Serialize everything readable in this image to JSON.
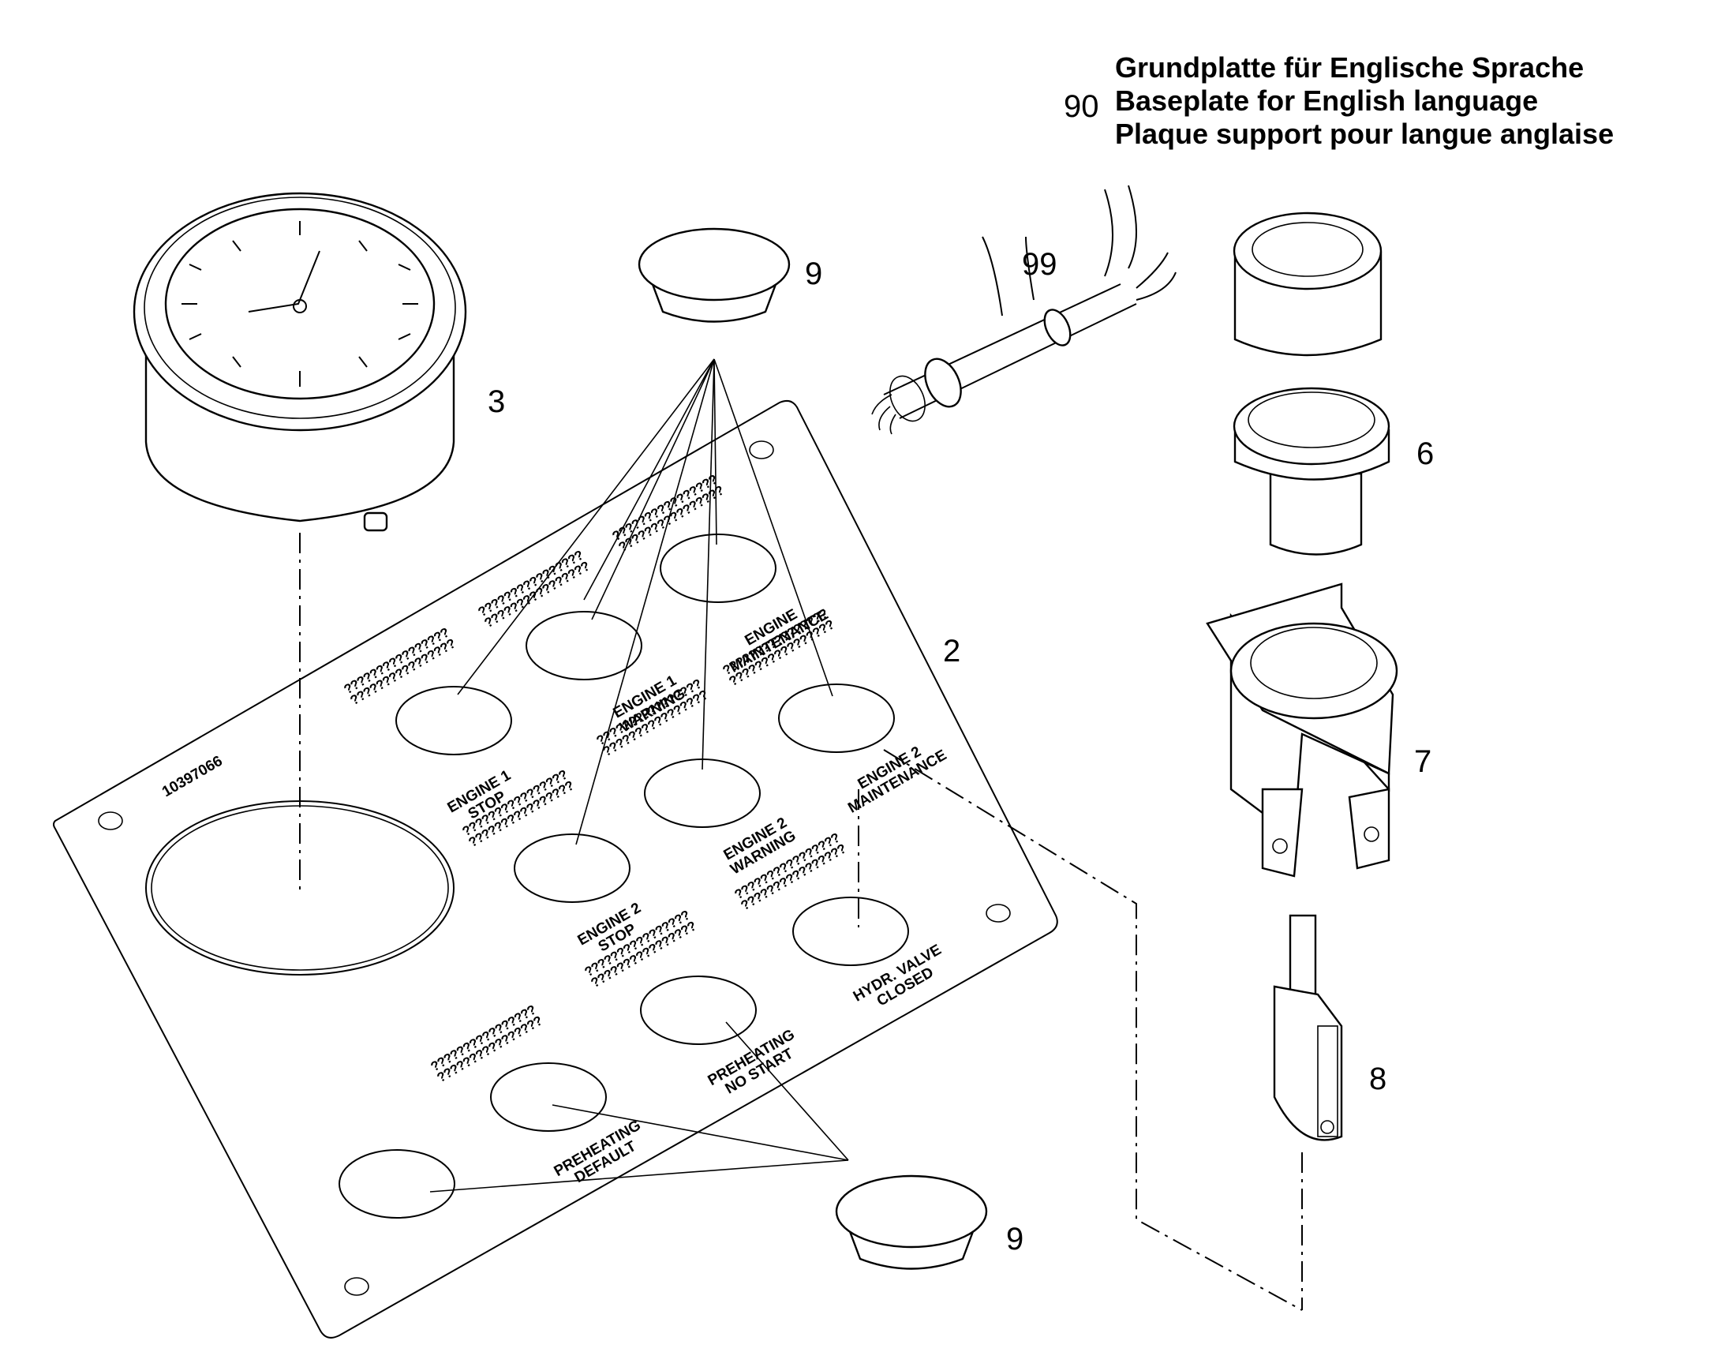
{
  "header": {
    "number": "90",
    "lines": [
      "Grundplatte für Englische Sprache",
      "Baseplate for English language",
      "Plaque support pour langue anglaise"
    ]
  },
  "callouts": {
    "clock": "3",
    "plate": "2",
    "cap_top": "9",
    "cap_bottom": "9",
    "cable": "99",
    "bezel": "6",
    "holder": "7",
    "contact": "8"
  },
  "plate_labels": {
    "serial": "10397066",
    "engine1_stop": [
      "ENGINE 1",
      "STOP"
    ],
    "engine1_warning": [
      "ENGINE 1",
      "WARNING"
    ],
    "engine_maintenance": [
      "ENGINE",
      "MAINTENANCE"
    ],
    "engine2_stop": [
      "ENGINE 2",
      "STOP"
    ],
    "engine2_warning": [
      "ENGINE 2",
      "WARNING"
    ],
    "engine2_maintenance": [
      "ENGINE 2",
      "MAINTENANCE"
    ],
    "hydr_valve_closed": [
      "HYDR. VALVE",
      "CLOSED"
    ],
    "preheating_no_start": [
      "PREHEATING",
      "NO START"
    ],
    "preheating_default": [
      "PREHEATING",
      "DEFAULT"
    ],
    "placeholder_text": "????????????????"
  }
}
